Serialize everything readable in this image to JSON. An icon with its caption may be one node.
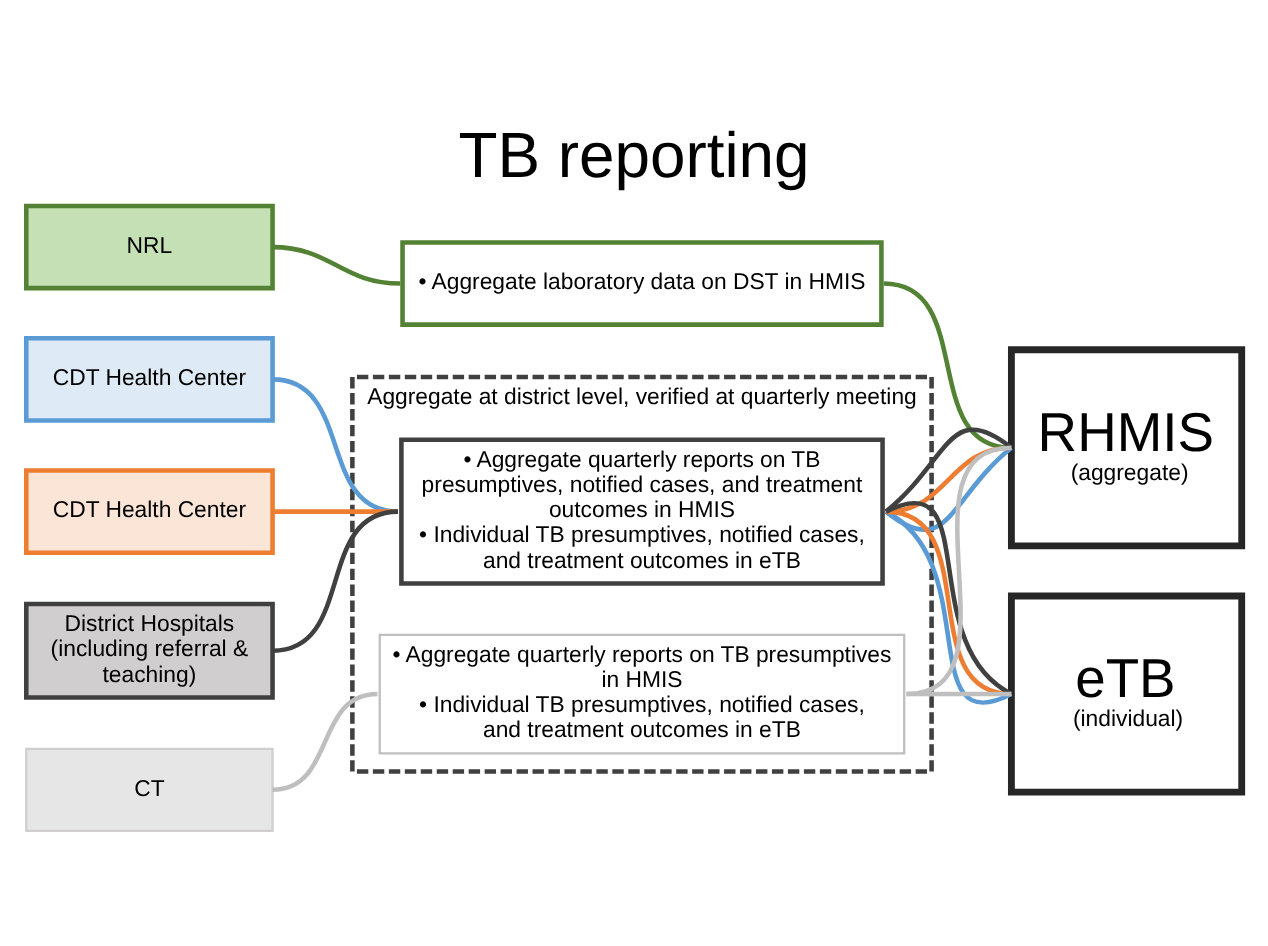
{
  "diagram": {
    "title": "TB reporting",
    "nodes": [
      {
        "text": [
          "NRL"
        ]
      },
      {
        "text": [
          "CDT Health Center"
        ]
      },
      {
        "text": [
          "CDT Health Center"
        ]
      },
      {
        "text": [
          "District Hospitals (including referral & teaching)"
        ]
      },
      {
        "text": [
          "CT"
        ]
      },
      {
        "text": [
          "• Aggregate laboratory data on DST in HMIS"
        ]
      },
      {
        "text": [
          "Aggregate at district level, verified at quarterly meeting"
        ]
      },
      {
        "text": [
          "• Aggregate quarterly reports on TB presumptives, notified cases, and treatment outcomes in HMIS",
          "• Individual TB presumptives, notified cases, and treatment outcomes in eTB"
        ],
        "in": 6
      },
      {
        "text": [
          "• Aggregate quarterly reports on TB presumptives in HMIS",
          "• Individual TB presumptives, notified cases, and treatment outcomes in eTB"
        ],
        "in": 6
      },
      {
        "text": [
          "RHMIS",
          "(aggregate)"
        ]
      },
      {
        "text": [
          "eTB",
          "(individual)"
        ]
      }
    ],
    "edges": [
      {
        "from": 0,
        "to": 5,
        "arrow": "none",
        "color": "#548235"
      },
      {
        "from": 5,
        "to": 9,
        "arrow": "none",
        "color": "#548235"
      },
      {
        "from": 1,
        "to": 7,
        "arrow": "none",
        "color": "#5b9bd5"
      },
      {
        "from": 2,
        "to": 7,
        "arrow": "none",
        "color": "#ed7d31"
      },
      {
        "from": 3,
        "to": 7,
        "arrow": "none",
        "color": "#404040"
      },
      {
        "from": 4,
        "to": 8,
        "arrow": "none",
        "color": "#bfbfbf"
      },
      {
        "from": 7,
        "to": 9,
        "arrow": "none",
        "color": "#5b9bd5"
      },
      {
        "from": 7,
        "to": 9,
        "arrow": "none",
        "color": "#ed7d31"
      },
      {
        "from": 7,
        "to": 9,
        "arrow": "none",
        "color": "#404040"
      },
      {
        "from": 7,
        "to": 10,
        "arrow": "none",
        "color": "#5b9bd5"
      },
      {
        "from": 7,
        "to": 10,
        "arrow": "none",
        "color": "#ed7d31"
      },
      {
        "from": 7,
        "to": 10,
        "arrow": "none",
        "color": "#404040"
      },
      {
        "from": 8,
        "to": 9,
        "arrow": "none",
        "color": "#bfbfbf"
      },
      {
        "from": 8,
        "to": 10,
        "arrow": "none",
        "color": "#bfbfbf"
      }
    ]
  }
}
